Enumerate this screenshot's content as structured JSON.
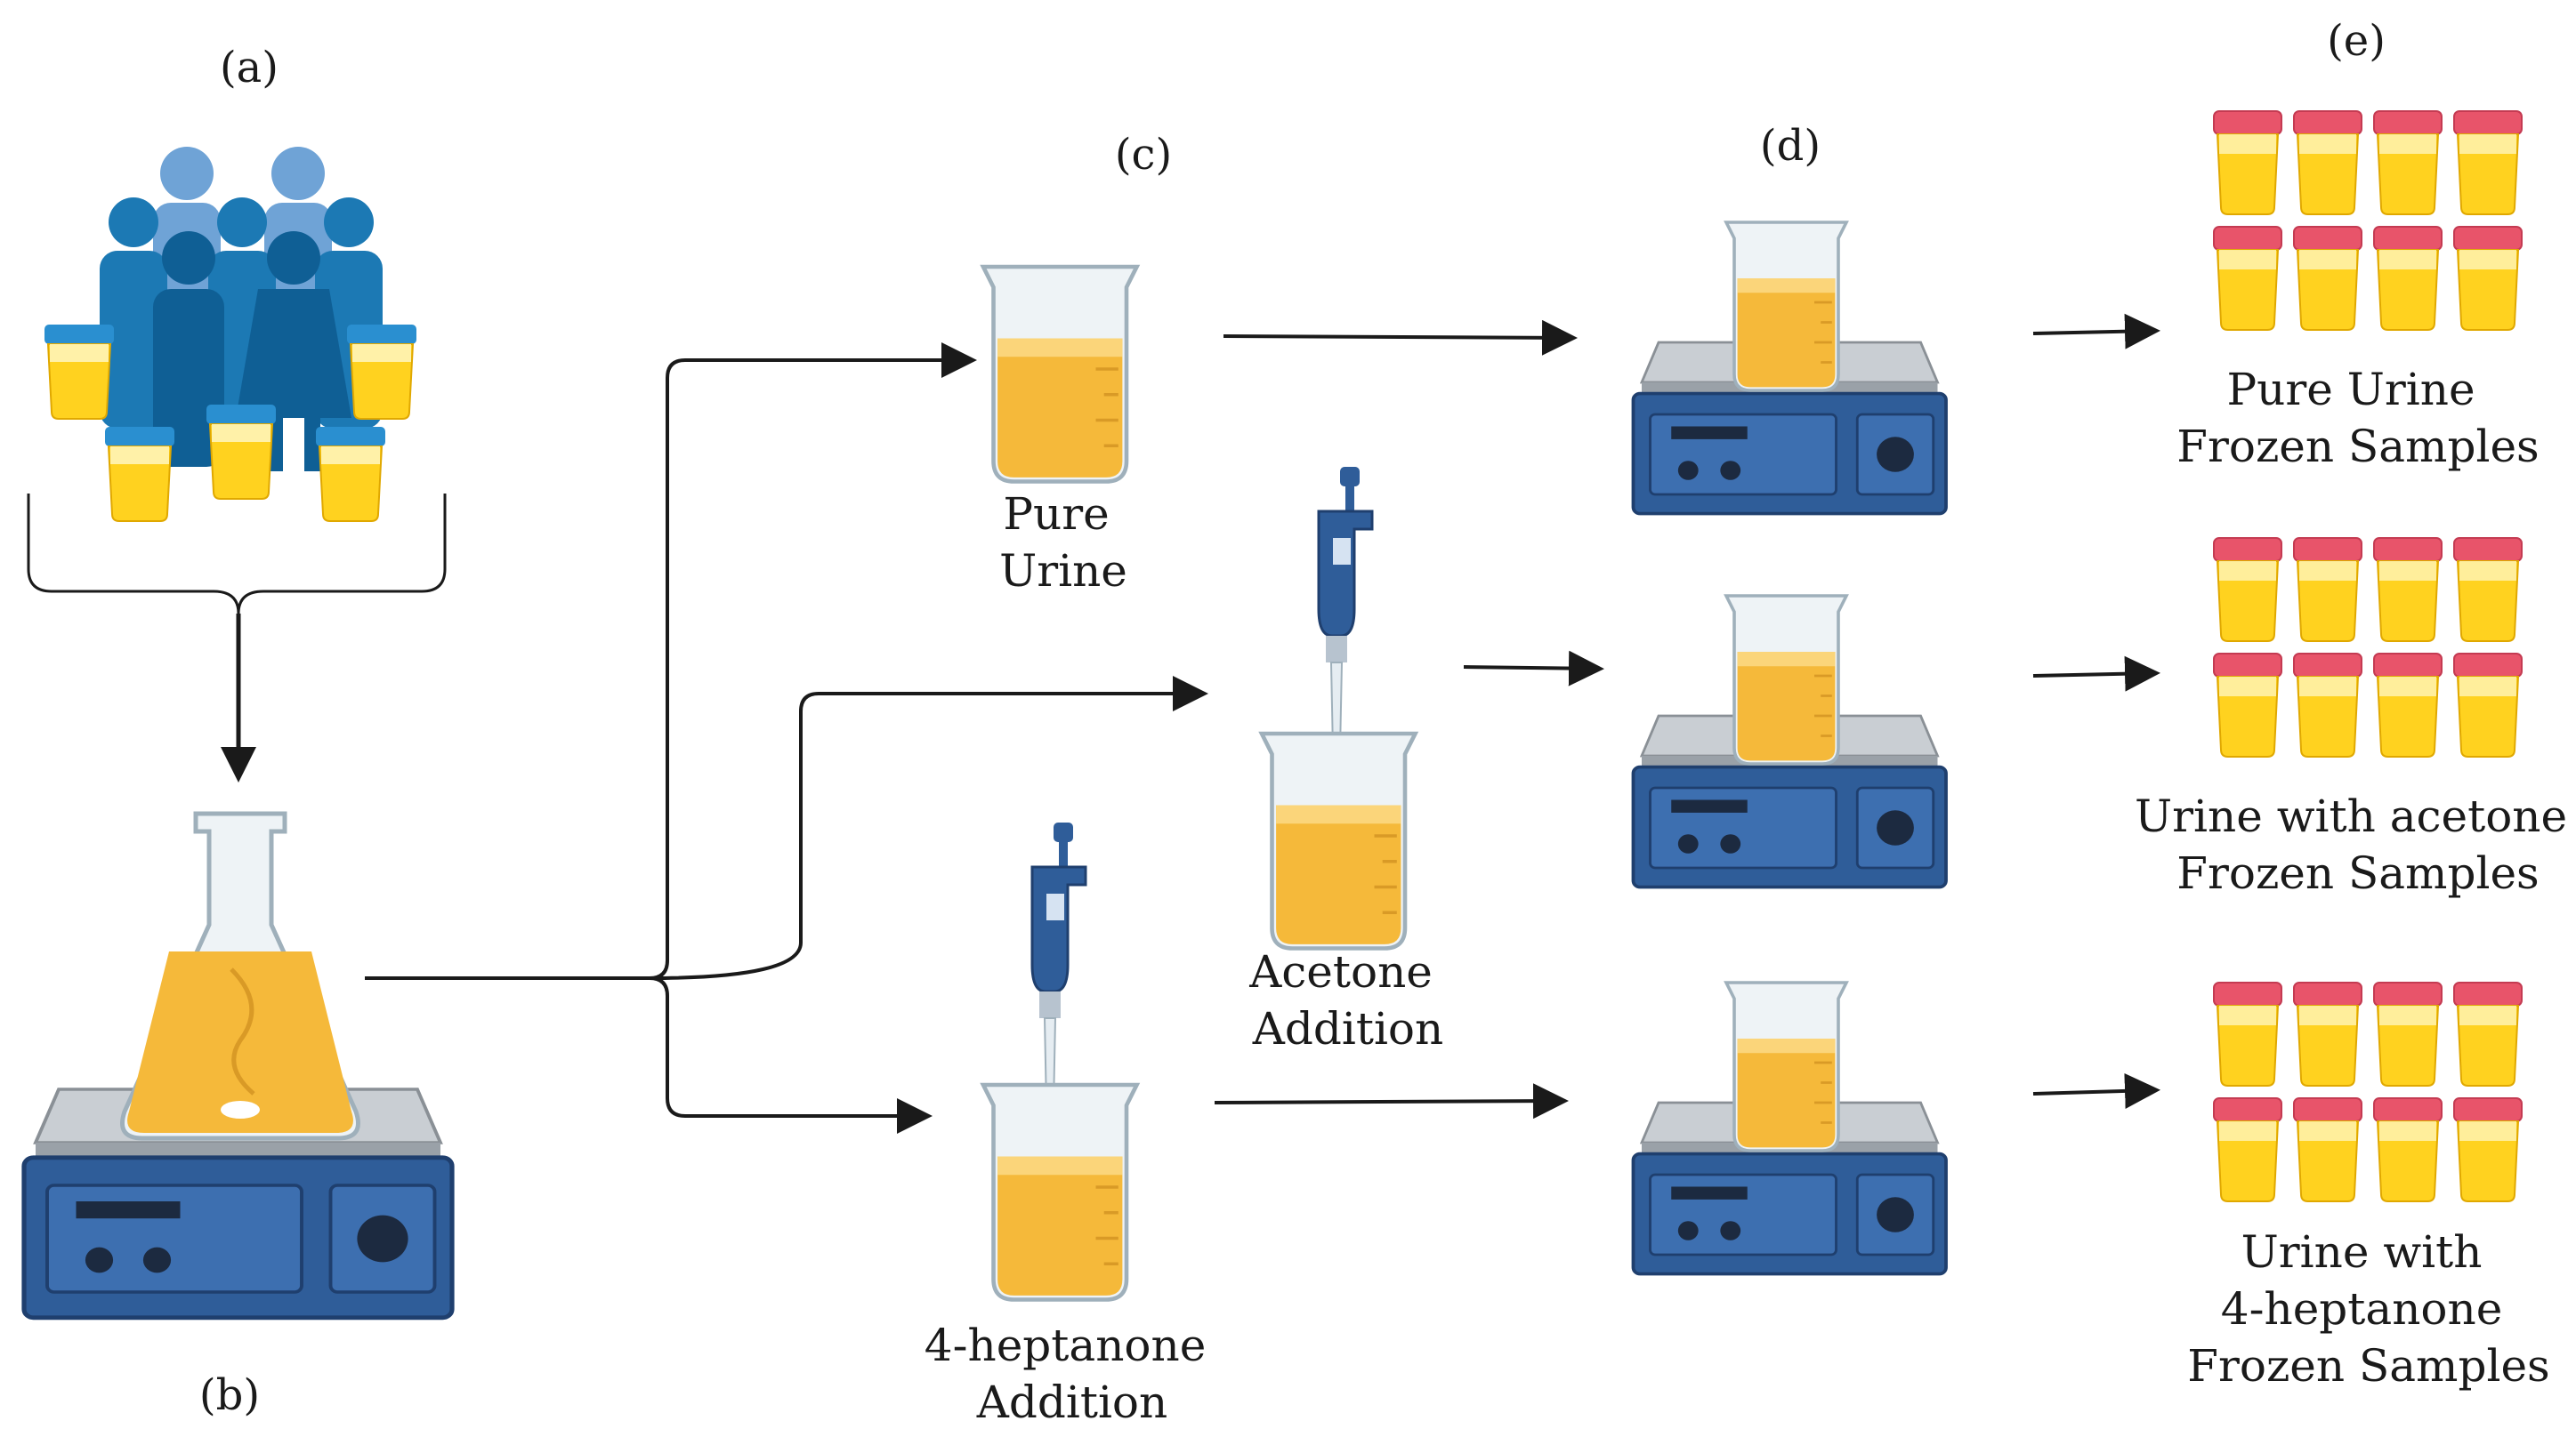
{
  "steps": {
    "a": "(a)",
    "b": "(b)",
    "c": "(c)",
    "d": "(d)",
    "e": "(e)"
  },
  "captions": {
    "pure_urine": [
      "Pure",
      "Urine"
    ],
    "acetone_addition": [
      "Acetone",
      "Addition"
    ],
    "heptanone_addition": [
      "4-heptanone",
      "Addition"
    ],
    "pure_urine_frozen": [
      "Pure Urine",
      "Frozen Samples"
    ],
    "acetone_frozen": [
      "Urine with acetone",
      "Frozen Samples"
    ],
    "heptanone_frozen": [
      "Urine with",
      "4-heptanone",
      "Frozen Samples"
    ]
  },
  "colors": {
    "urine": "#f5b93a",
    "urine_light": "#fbd57a",
    "stirrer_body": "#2f5d99",
    "stirrer_dark": "#1f3f6e",
    "plate": "#c9ced3",
    "cup_cap": "#e8546a",
    "people": "#1c79b4",
    "people_light": "#6fa3d6",
    "pipette": "#2f5d99",
    "arrow": "#1a1a1a"
  },
  "icons": [
    "people-group-icon",
    "urine-cup-icon",
    "erlenmeyer-flask-icon",
    "magnetic-stirrer-icon",
    "beaker-icon",
    "pipette-icon",
    "sample-tube-icon",
    "arrow-icon"
  ]
}
